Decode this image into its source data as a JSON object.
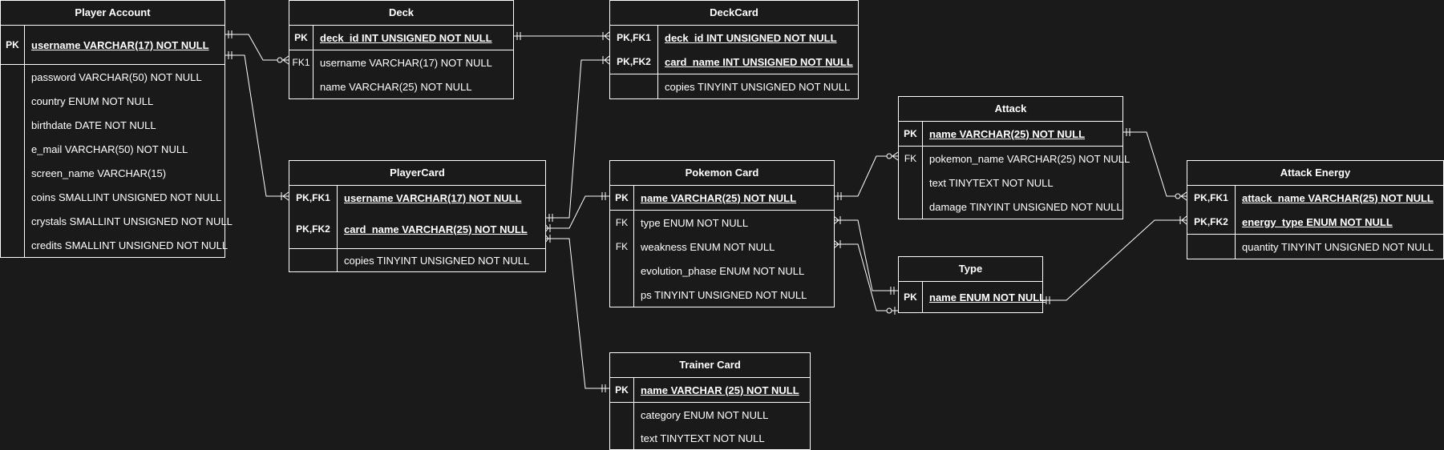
{
  "tables": {
    "player_account": {
      "title": "Player Account",
      "pk_rows": [
        {
          "key": "PK",
          "field": "username VARCHAR(17) NOT NULL"
        }
      ],
      "rows": [
        {
          "key": "",
          "field": "password VARCHAR(50) NOT NULL"
        },
        {
          "key": "",
          "field": "country ENUM NOT NULL"
        },
        {
          "key": "",
          "field": "birthdate DATE NOT NULL"
        },
        {
          "key": "",
          "field": "e_mail VARCHAR(50) NOT NULL"
        },
        {
          "key": "",
          "field": "screen_name VARCHAR(15)"
        },
        {
          "key": "",
          "field": "coins SMALLINT UNSIGNED NOT NULL"
        },
        {
          "key": "",
          "field": "crystals SMALLINT UNSIGNED NOT NULL"
        },
        {
          "key": "",
          "field": "credits SMALLINT UNSIGNED NOT NULL"
        }
      ]
    },
    "deck": {
      "title": "Deck",
      "pk_rows": [
        {
          "key": "PK",
          "field": "deck_id INT UNSIGNED NOT NULL"
        }
      ],
      "rows": [
        {
          "key": "FK1",
          "field": "username VARCHAR(17) NOT NULL"
        },
        {
          "key": "",
          "field": "name VARCHAR(25) NOT NULL"
        }
      ]
    },
    "deckcard": {
      "title": "DeckCard",
      "pk_rows": [
        {
          "key": "PK,FK1",
          "field": "deck_id INT UNSIGNED NOT NULL"
        },
        {
          "key": "PK,FK2",
          "field": "card_name INT UNSIGNED NOT NULL"
        }
      ],
      "rows": [
        {
          "key": "",
          "field": "copies TINYINT UNSIGNED NOT NULL"
        }
      ]
    },
    "playercard": {
      "title": "PlayerCard",
      "pk_rows": [
        {
          "key": "PK,FK1",
          "field": "username VARCHAR(17) NOT NULL"
        },
        {
          "key": "PK,FK2",
          "field": "card_name VARCHAR(25) NOT NULL"
        }
      ],
      "rows": [
        {
          "key": "",
          "field": "copies TINYINT UNSIGNED NOT NULL"
        }
      ]
    },
    "pokemon_card": {
      "title": "Pokemon Card",
      "pk_rows": [
        {
          "key": "PK",
          "field": "name VARCHAR(25) NOT NULL"
        }
      ],
      "rows": [
        {
          "key": "FK",
          "field": "type ENUM NOT NULL"
        },
        {
          "key": "FK",
          "field": "weakness ENUM NOT NULL"
        },
        {
          "key": "",
          "field": "evolution_phase ENUM NOT NULL"
        },
        {
          "key": "",
          "field": "ps TINYINT UNSIGNED NOT NULL"
        }
      ]
    },
    "attack": {
      "title": "Attack",
      "pk_rows": [
        {
          "key": "PK",
          "field": "name VARCHAR(25) NOT NULL"
        }
      ],
      "rows": [
        {
          "key": "FK",
          "field": "pokemon_name VARCHAR(25) NOT NULL"
        },
        {
          "key": "",
          "field": "text TINYTEXT NOT NULL"
        },
        {
          "key": "",
          "field": "damage TINYINT UNSIGNED NOT NULL"
        }
      ]
    },
    "attack_energy": {
      "title": "Attack Energy",
      "pk_rows": [
        {
          "key": "PK,FK1",
          "field": "attack_name VARCHAR(25) NOT NULL"
        },
        {
          "key": "PK,FK2",
          "field": "energy_type ENUM NOT NULL"
        }
      ],
      "rows": [
        {
          "key": "",
          "field": "quantity TINYINT UNSIGNED NOT NULL"
        }
      ]
    },
    "type": {
      "title": "Type",
      "pk_rows": [
        {
          "key": "PK",
          "field": "name ENUM NOT NULL"
        }
      ],
      "rows": []
    },
    "trainer_card": {
      "title": "Trainer Card",
      "pk_rows": [
        {
          "key": "PK",
          "field": "name VARCHAR (25) NOT NULL"
        }
      ],
      "rows": [
        {
          "key": "",
          "field": "category ENUM NOT NULL"
        },
        {
          "key": "",
          "field": "text TINYTEXT NOT NULL"
        }
      ]
    }
  },
  "colors": {
    "background": "#1a1a1a",
    "line": "#ffffff"
  }
}
